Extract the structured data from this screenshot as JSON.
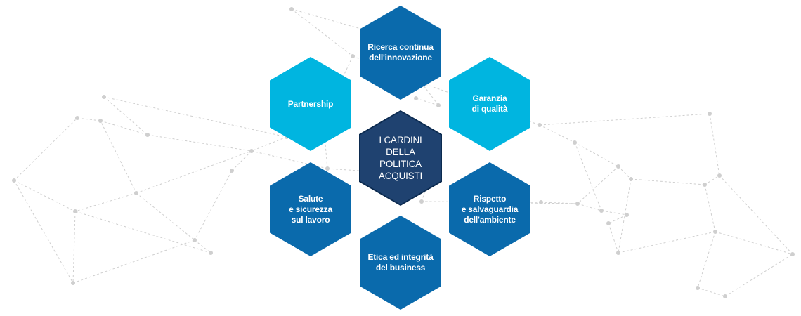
{
  "colors": {
    "dark_blue": "#0a6aac",
    "cyan": "#00b5e0",
    "navy": "#1f4270",
    "navy_border": "#0b2a4f",
    "network": "#cfcfcf"
  },
  "center": {
    "text": "I CARDINI\nDELLA POLITICA\nACQUISTI"
  },
  "hexagons": [
    {
      "id": "innovation",
      "text": "Ricerca continua\ndell'innovazione",
      "color": "dark_blue"
    },
    {
      "id": "quality",
      "text": "Garanzia\ndi qualità",
      "color": "cyan"
    },
    {
      "id": "environment",
      "text": "Rispetto\ne salvaguardia\ndell'ambiente",
      "color": "dark_blue"
    },
    {
      "id": "ethics",
      "text": "Etica ed integrità\ndel business",
      "color": "dark_blue"
    },
    {
      "id": "safety",
      "text": "Salute\ne sicurezza\nsul lavoro",
      "color": "dark_blue"
    },
    {
      "id": "partnership",
      "text": "Partnership",
      "color": "cyan"
    }
  ]
}
